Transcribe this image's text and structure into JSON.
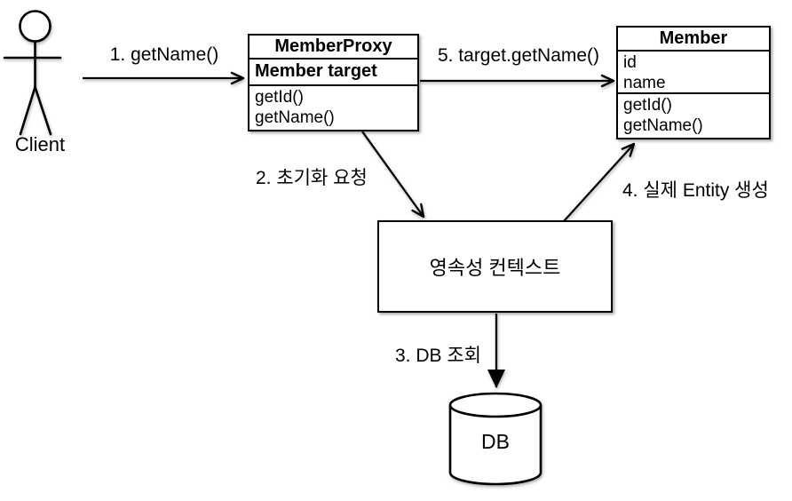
{
  "diagram": {
    "actor": {
      "label": "Client"
    },
    "member_proxy": {
      "title": "MemberProxy",
      "field": "Member target",
      "methods": [
        "getId()",
        "getName()"
      ]
    },
    "member": {
      "title": "Member",
      "fields": [
        "id",
        "name"
      ],
      "methods": [
        "getId()",
        "getName()"
      ]
    },
    "persistence_context": {
      "label": "영속성 컨텍스트"
    },
    "db": {
      "label": "DB"
    },
    "arrows": {
      "step1": "1. getName()",
      "step2": "2. 초기화 요청",
      "step3": "3. DB 조회",
      "step4": "4. 실제 Entity 생성",
      "step5": "5. target.getName()"
    },
    "colors": {
      "line": "#000000",
      "background": "#ffffff"
    }
  }
}
